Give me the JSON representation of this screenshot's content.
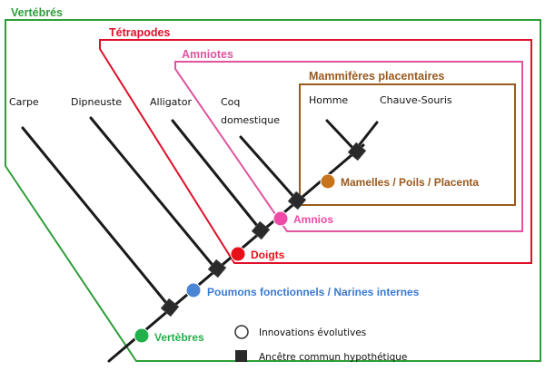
{
  "groups": {
    "vertebres": {
      "title": "Vertébrés",
      "color": "#2e9e3a"
    },
    "tetrapodes": {
      "title": "Tétrapodes",
      "color": "#e0102a"
    },
    "amniotes": {
      "title": "Amniotes",
      "color": "#e0549e"
    },
    "mammiferes": {
      "title": "Mammifères placentaires",
      "color": "#9a5a1e"
    }
  },
  "taxa": {
    "carpe": "Carpe",
    "dipneuste": "Dipneuste",
    "alligator": "Alligator",
    "coq_line1": "Coq",
    "coq_line2": "domestique",
    "homme": "Homme",
    "chauve_souris": "Chauve-Souris"
  },
  "innovations": {
    "vertebres": {
      "label": "Vertèbres",
      "color": "#22b04a"
    },
    "poumons": {
      "label": "Poumons fonctionnels / Narines internes",
      "color": "#4a86d4"
    },
    "doigts": {
      "label": "Doigts",
      "color": "#e8101a"
    },
    "amnios": {
      "label": "Amnios",
      "color": "#ee4aa6"
    },
    "mamelles": {
      "label": "Mamelles / Poils / Placenta",
      "color": "#c7741c"
    }
  },
  "legend": {
    "innovations_label": "Innovations évolutives",
    "ancestor_label": "Ancêtre commun hypothétique"
  }
}
